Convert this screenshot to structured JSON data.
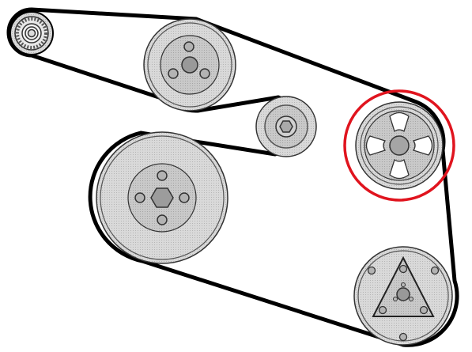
{
  "diagram": {
    "colors": {
      "belt": "#000000",
      "pulley_face": "#d6d6d6",
      "pulley_rim": "#c4c4c4",
      "hub": "#bdbdbd",
      "bolt": "#9a9a9a",
      "outline": "#222222",
      "highlight": "#e0141e",
      "background": "#ffffff",
      "window": "#ffffff"
    },
    "pulleys": [
      {
        "name": "idler-bearing-pulley",
        "highlighted": false
      },
      {
        "name": "top-three-bolt-pulley",
        "highlighted": false
      },
      {
        "name": "hex-tensioner-pulley",
        "highlighted": false
      },
      {
        "name": "crankshaft-pulley",
        "highlighted": false
      },
      {
        "name": "four-window-pulley",
        "highlighted": true
      },
      {
        "name": "triangle-pulley",
        "highlighted": false
      }
    ]
  }
}
